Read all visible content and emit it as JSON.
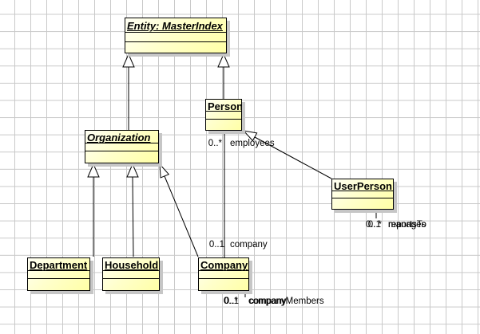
{
  "classes": {
    "entity": {
      "name": "Entity: MasterIndex",
      "abstract": true
    },
    "person": {
      "name": "Person",
      "abstract": false
    },
    "organization": {
      "name": "Organization",
      "abstract": true
    },
    "userperson": {
      "name": "UserPerson",
      "abstract": false
    },
    "department": {
      "name": "Department",
      "abstract": false
    },
    "household": {
      "name": "Household",
      "abstract": false
    },
    "company": {
      "name": "Company",
      "abstract": false
    }
  },
  "labels": {
    "employees": {
      "mult": "0..*",
      "role": "employees"
    },
    "company": {
      "mult": "0..1",
      "role": "company"
    },
    "manages": {
      "mult": "0..1",
      "role": "manages"
    },
    "reportsTo": {
      "mult": "0..*",
      "role": "reportsTo"
    },
    "companyMembers": {
      "mult": "0..*",
      "role": "companyMembers"
    },
    "company2": {
      "mult": "0..1",
      "role": "company"
    }
  },
  "colors": {
    "canvas": "#FFFFFF",
    "grid": "#C9C9C9",
    "shapeBorder": "#000000",
    "shapeShadow": "#C6C6C6",
    "fillTop": "#FFFFF4",
    "fillMid": "#FFFFCC",
    "fillBottom": "#FFFFA6",
    "text": "#000000"
  }
}
